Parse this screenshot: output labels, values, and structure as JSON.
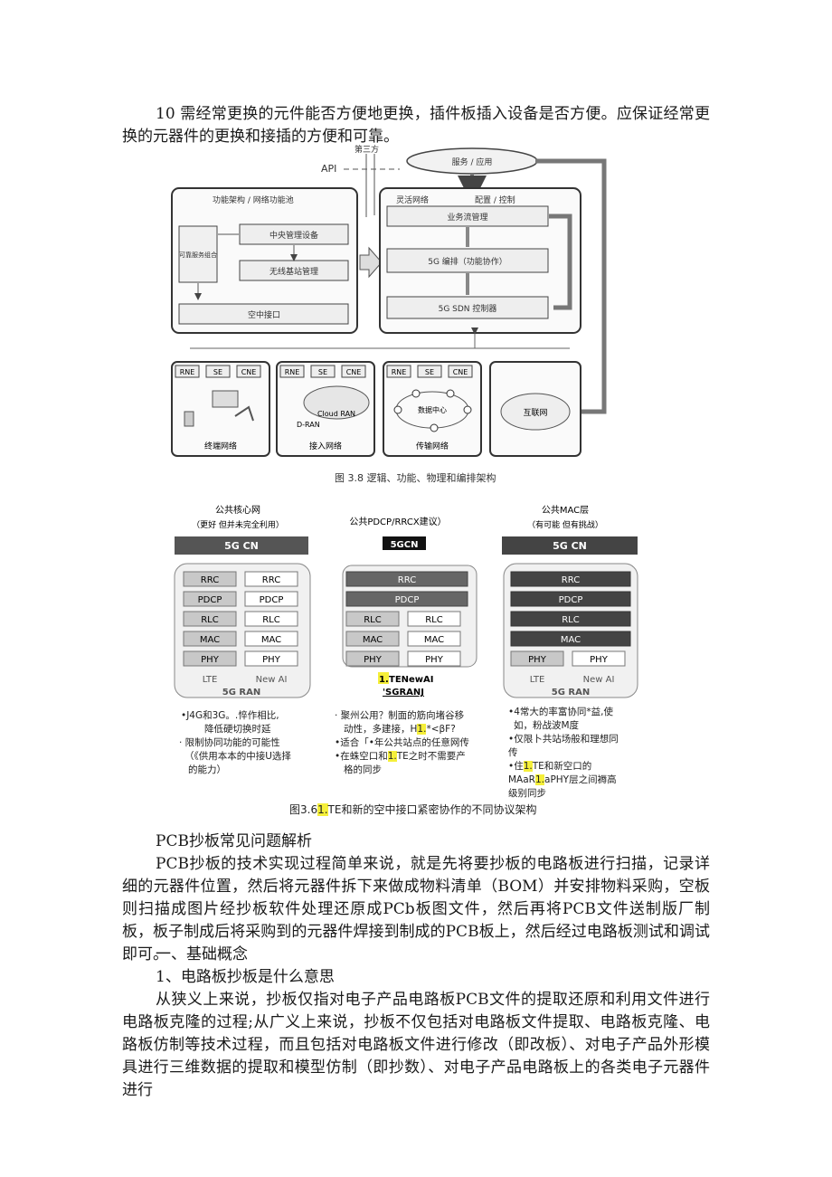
{
  "intro_paragraph": "10 需经常更换的元件能否方便地更换，插件板插入设备是否方便。应保证经常更换的元器件的更换和接插的方便和可靠。",
  "fig1": {
    "third_party": "第三方",
    "api": "API",
    "services": "服务 / 应用",
    "left_panel_title": "功能架构 / 网络功能池",
    "service_combo": "可靠服务组合",
    "central_mgmt": "中央管理设备",
    "radio_mgmt": "无线基站管理",
    "air_interface": "空中接口",
    "right_panel_title_a": "灵活网络",
    "right_panel_title_b": "配置 / 控制",
    "service_flow_mgmt": "业务流管理",
    "orchestration": "5G 编排（功能协作）",
    "sdn_controller": "5G SDN 控制器",
    "rne": "RNE",
    "se": "SE",
    "cne": "CNE",
    "terminal_net": "终端网络",
    "access_net": "接入网络",
    "transport_net": "传输网络",
    "cloud_ran": "Cloud RAN",
    "d_ran": "D-RAN",
    "data_center": "数据中心",
    "internet": "互联网",
    "caption": "图 3.8  逻辑、功能、物理和编排架构"
  },
  "fig2": {
    "col1_title": "公共核心网",
    "col1_sub": "（更好 但并未完全利用）",
    "col2_title": "公共PDCP/RRCX建议）",
    "col3_title": "公共MAC层",
    "col3_sub": "（有可能 但有挑战）",
    "cn_label": "5G CN",
    "cn_label_mid": "5GCN",
    "rrc": "RRC",
    "pdcp": "PDCP",
    "rlc": "RLC",
    "mac": "MAC",
    "phy": "PHY",
    "lte": "LTE",
    "new_ai": "New AI",
    "ran_label": "5G RAN",
    "mid_bottom_hl": "1.",
    "mid_bottom_1": "TENewAI",
    "mid_bottom_2": "'SGRANJ",
    "notes1": [
      "•J4G和3G。.悴作相比,",
      "降低硬切换时延",
      "· 限制协同功能的可能性",
      "（《供用本本的中接U选择",
      "的能力）"
    ],
    "notes2_a": "· 聚州公用？制面的筋向堵谷移",
    "notes2_b": "动性，多建接，H",
    "notes2_b_hl": "1.",
    "notes2_b_tail": "*<βF?",
    "notes2_c": "•适合「•年公共站点的任意网传",
    "notes2_d_pre": "•在蛛空口和",
    "notes2_d_hl": "1.",
    "notes2_d_tail": "TE之时不需要产",
    "notes2_e": "格的同步",
    "notes3_a": "•4常大的率富协同*益,使",
    "notes3_b": "如，粉战波M度",
    "notes3_c": "•仅限卜共站场般和理想同",
    "notes3_d": "传",
    "notes3_e_pre": "•住",
    "notes3_e_hl": "1.",
    "notes3_e_tail": "TE和新空口的",
    "notes3_f_pre": "MAaR",
    "notes3_f_hl": "1.",
    "notes3_f_tail": "aPHY层之间褥高",
    "notes3_g": "级别同步",
    "caption_pre": "图3.6",
    "caption_hl": "1.",
    "caption_tail": "TE和新的空中接口紧密协作的不同协议架构"
  },
  "section_title": "PCB抄板常见问题解析",
  "para2": "PCB抄板的技术实现过程简单来说，就是先将要抄板的电路板进行扫描，记录详细的元器件位置，然后将元器件拆下来做成物料清单（BOM）并安排物料采购，空板则扫描成图片经抄板软件处理还原成PCb板图文件，然后再将PCB文件送制版厂制板，板子制成后将采购到的元器件焊接到制成的PCB板上，然后经过电路板测试和调试即可。",
  "heading1": "一、基础概念",
  "heading2": "1、电路板抄板是什么意思",
  "para3": "从狭义上来说，抄板仅指对电子产品电路板PCB文件的提取还原和利用文件进行电路板克隆的过程;从广义上来说，抄板不仅包括对电路板文件提取、电路板克隆、电路板仿制等技术过程，而且包括对电路板文件进行修改（即改板）、对电子产品外形模具进行三维数据的提取和模型仿制（即抄数）、对电子产品电路板上的各类电子元器件进行"
}
